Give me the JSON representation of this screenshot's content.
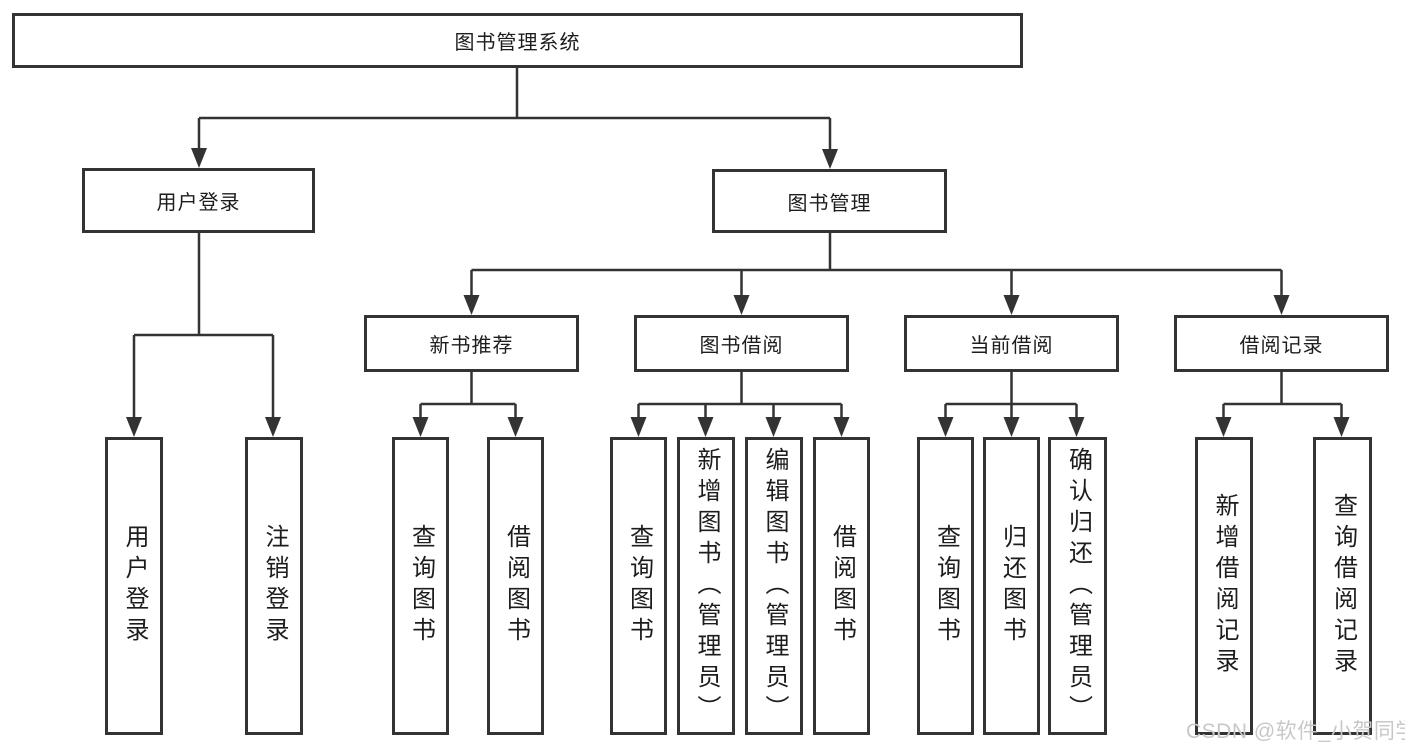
{
  "diagram": {
    "root": {
      "label": "图书管理系统"
    },
    "branches": [
      {
        "label": "用户登录",
        "children": [
          {
            "label": "用户登录"
          },
          {
            "label": "注销登录"
          }
        ]
      },
      {
        "label": "图书管理",
        "children": [
          {
            "label": "新书推荐",
            "children": [
              {
                "label": "查询图书"
              },
              {
                "label": "借阅图书"
              }
            ]
          },
          {
            "label": "图书借阅",
            "children": [
              {
                "label": "查询图书"
              },
              {
                "label": "新增图书（管理员）"
              },
              {
                "label": "编辑图书（管理员）"
              },
              {
                "label": "借阅图书"
              }
            ]
          },
          {
            "label": "当前借阅",
            "children": [
              {
                "label": "查询图书"
              },
              {
                "label": "归还图书"
              },
              {
                "label": "确认归还（管理员）"
              }
            ]
          },
          {
            "label": "借阅记录",
            "children": [
              {
                "label": "新增借阅记录"
              },
              {
                "label": "查询借阅记录"
              }
            ]
          }
        ]
      }
    ]
  },
  "watermark": {
    "text": "CSDN @软件_小贺同学"
  },
  "colors": {
    "line": "#333333",
    "box_border": "#333333",
    "text": "#1d1d1d",
    "background": "#ffffff",
    "watermark": "#c8c8c8"
  }
}
